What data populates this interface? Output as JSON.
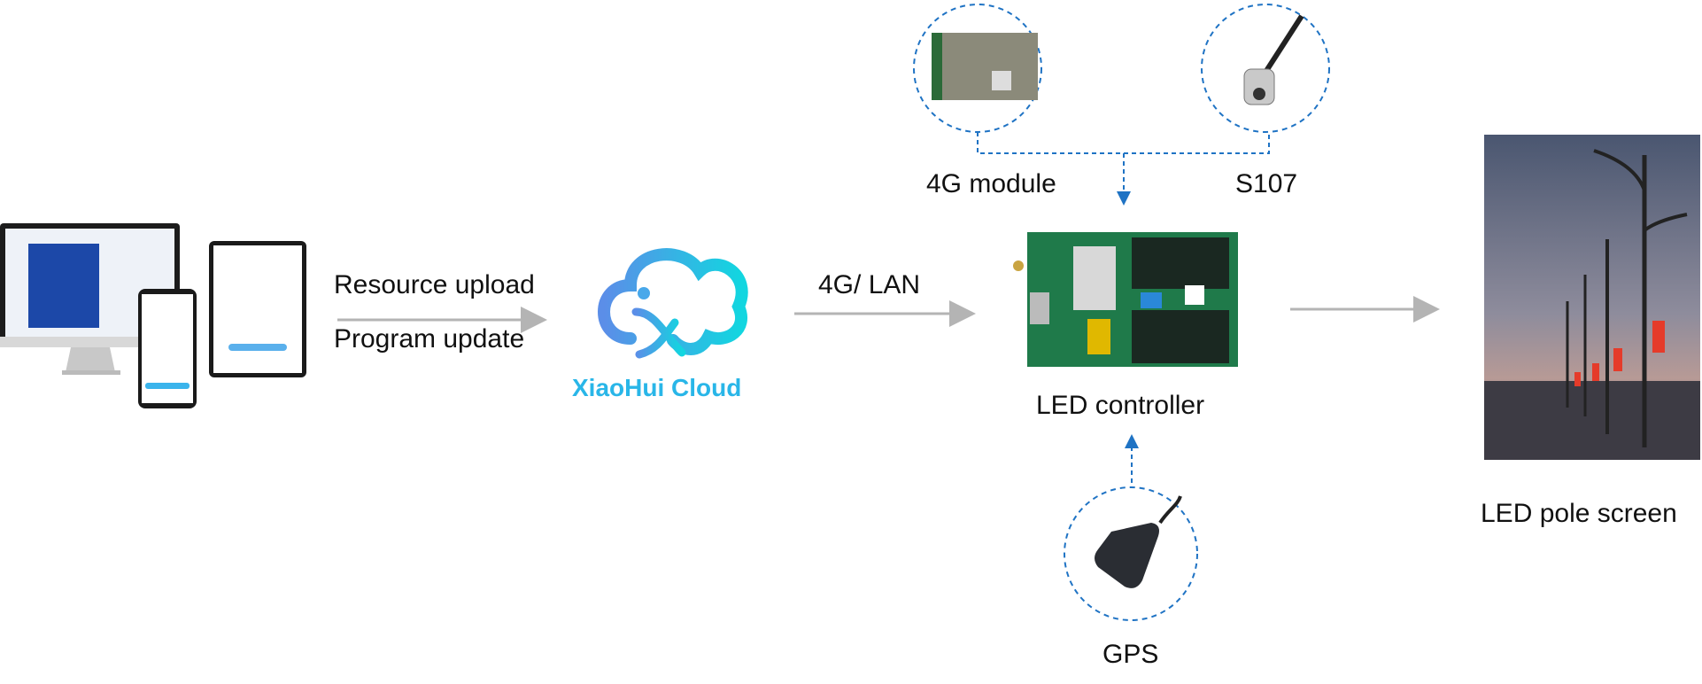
{
  "labels": {
    "resource_upload": "Resource upload",
    "program_update": "Program update",
    "cloud_name": "XiaoHui Cloud",
    "link": "4G/ LAN",
    "module_4g": "4G module",
    "s107": "S107",
    "controller": "LED controller",
    "gps": "GPS",
    "pole_screen": "LED pole screen"
  },
  "colors": {
    "arrow_gray": "#b4b4b4",
    "dashed_blue": "#1f73c4",
    "cloud_text": "#29b6e8",
    "board_green": "#1f7a4a"
  }
}
